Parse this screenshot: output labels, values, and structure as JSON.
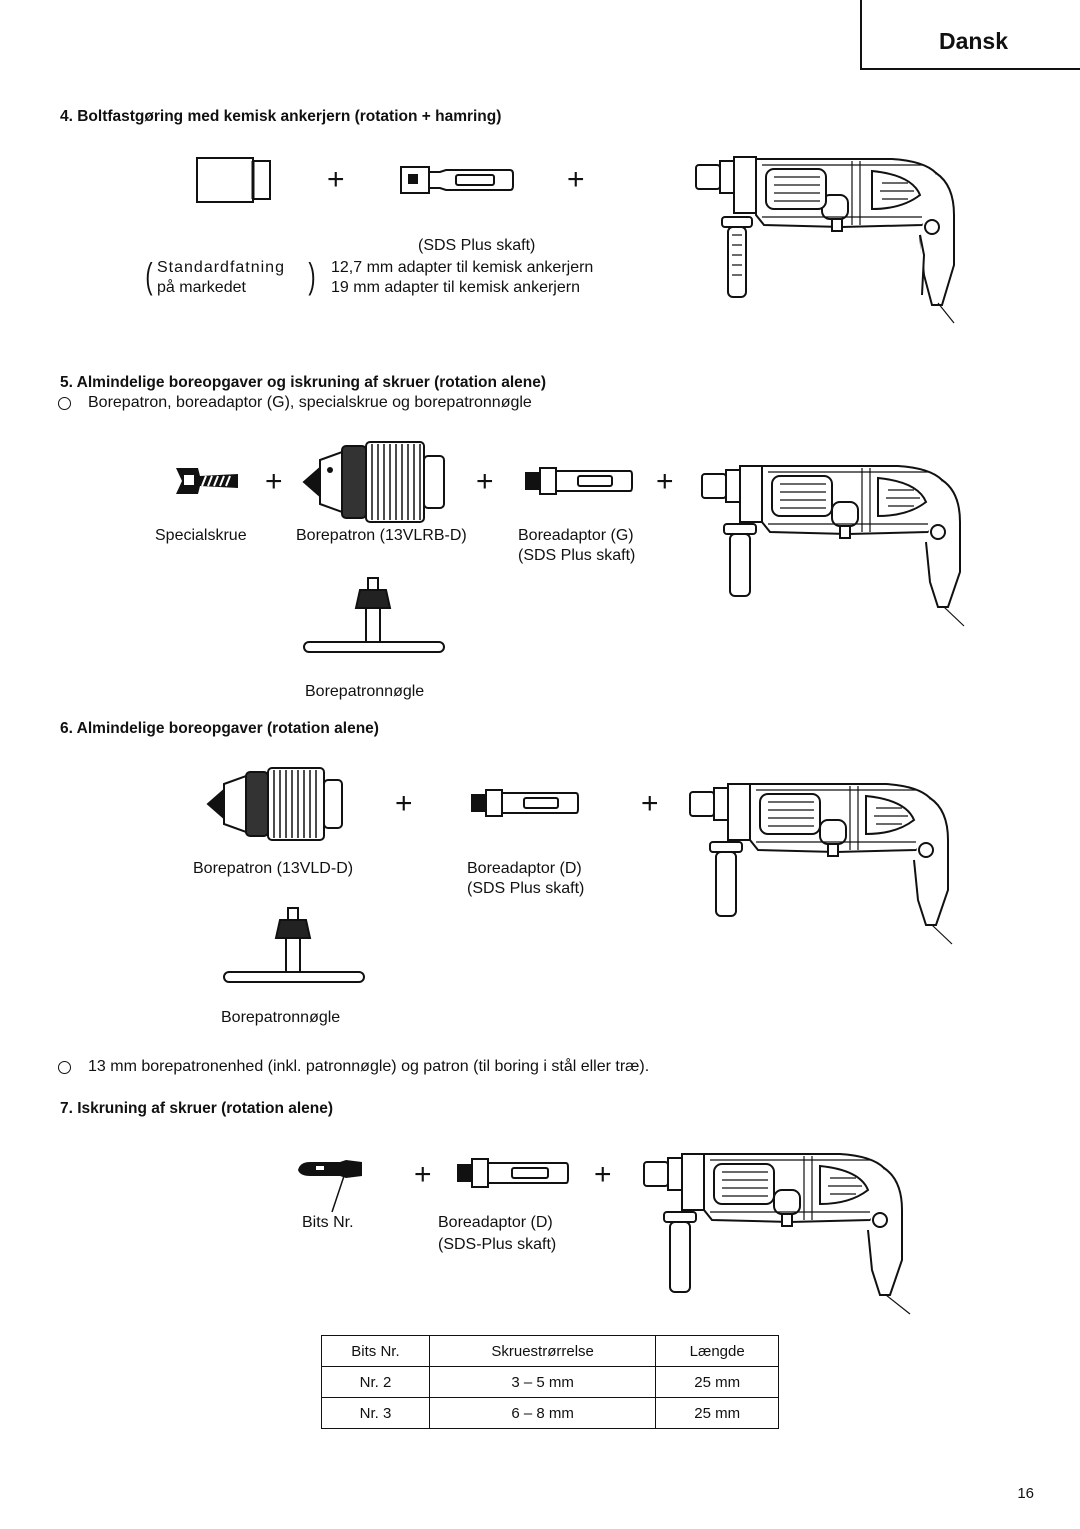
{
  "header": {
    "language": "Dansk"
  },
  "section4": {
    "heading": "4.  Boltfastgøring med kemisk ankerjern (rotation + hamring)",
    "sds_label": "(SDS Plus skaft)",
    "standard_label_line1": "Standardfatning",
    "standard_label_line2": "på markedet",
    "adapter_line1": "12,7 mm adapter til kemisk ankerjern",
    "adapter_line2": "19 mm adapter til kemisk ankerjern"
  },
  "section5": {
    "heading": "5.  Almindelige boreopgaver og iskruning af skruer (rotation alene)",
    "bullet_text": "Borepatron, boreadaptor (G), specialskrue og borepatronnøgle",
    "label_screw": "Specialskrue",
    "label_chuck": "Borepatron (13VLRB-D)",
    "label_adaptor_line1": "Boreadaptor (G)",
    "label_adaptor_line2": "(SDS Plus skaft)",
    "label_key": "Borepatronnøgle"
  },
  "section6": {
    "heading": "6.  Almindelige boreopgaver (rotation alene)",
    "label_chuck": "Borepatron (13VLD-D)",
    "label_adaptor_line1": "Boreadaptor (D)",
    "label_adaptor_line2": "(SDS Plus skaft)",
    "label_key": "Borepatronnøgle",
    "bullet_text": "13 mm borepatronenhed (inkl. patronnøgle) og patron (til boring i stål eller træ)."
  },
  "section7": {
    "heading": "7.  Iskruning af skruer (rotation alene)",
    "label_bits": "Bits Nr.",
    "label_adaptor_line1": "Boreadaptor (D)",
    "label_adaptor_line2": "(SDS-Plus skaft)"
  },
  "table": {
    "headers": [
      "Bits Nr.",
      "Skruestrørrelse",
      "Længde"
    ],
    "rows": [
      [
        "Nr. 2",
        "3 – 5 mm",
        "25 mm"
      ],
      [
        "Nr. 3",
        "6 – 8 mm",
        "25 mm"
      ]
    ]
  },
  "plus_sign": "+",
  "page_number": "16"
}
